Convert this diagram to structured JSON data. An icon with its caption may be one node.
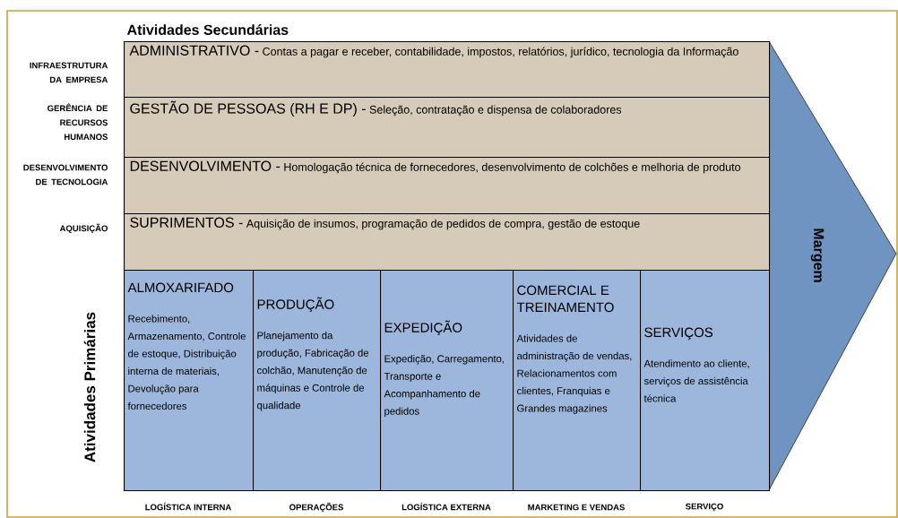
{
  "diagram": {
    "nodes": [
      {
        "text": [
          "ADMINISTRATIVO -",
          "Contas a pagar e receber, contabilidade, impostos, relatórios, jurídico, tecnologia da Informação"
        ]
      },
      {
        "text": [
          "GESTÃO DE PESSOAS (RH E DP) -",
          "Seleção, contratação e dispensa de colaboradores"
        ]
      },
      {
        "text": [
          "DESENVOLVIMENTO -",
          "Homologação técnica de fornecedores, desenvolvimento de colchões e melhoria de produto"
        ]
      },
      {
        "text": [
          "SUPRIMENTOS -",
          "Aquisição de insumos, programação de pedidos de compra, gestão de estoque"
        ]
      },
      {
        "text": [
          "ALMOXARIFADO",
          "Recebimento, Armazenamento, Controle de estoque, Distribuição interna de materiais, Devolução para fornecedores"
        ]
      },
      {
        "text": [
          "PRODUÇÃO",
          "Planejamento da produção, Fabricação de colchão, Manutenção de máquinas e Controle de qualidade"
        ]
      },
      {
        "text": [
          "EXPEDIÇÃO",
          "Expedição, Carregamento, Transporte e Acompanhamento de pedidos"
        ]
      },
      {
        "text": [
          "COMERCIAL E TREINAMENTO",
          "Atividades de administração de vendas, Relacionamentos com clientes, Franquias e Grandes magazines"
        ]
      },
      {
        "text": [
          "SERVIÇOS",
          "Atendimento ao cliente, serviços de assistência técnica"
        ]
      },
      {
        "text": [
          "Margem"
        ]
      }
    ],
    "labels": [
      "Atividades Secundárias",
      "INFRAESTRUTURA DA EMPRESA",
      "GERÊNCIA DE RECURSOS HUMANOS",
      "DESENVOLVIMENTO DE TECNOLOGIA",
      "AQUISIÇÃO",
      "Atividades Primárias",
      "LOGÍSTICA INTERNA",
      "OPERAÇÕES",
      "LOGÍSTICA EXTERNA",
      "MARKETING E VENDAS",
      "SERVIÇO"
    ]
  }
}
